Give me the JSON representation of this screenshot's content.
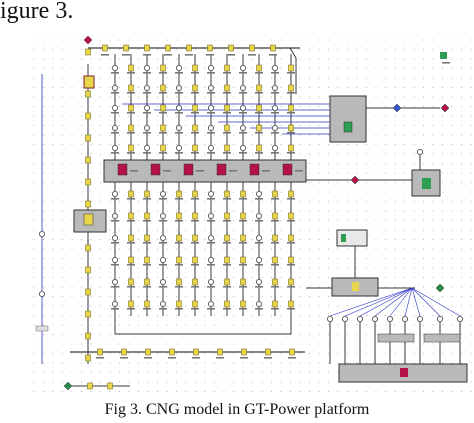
{
  "heading_fragment": "igure  3.",
  "caption": "Fig 3. CNG model in GT-Power platform",
  "colors": {
    "pipe": "#3a3a3a",
    "blue_link": "#2b37c8",
    "component_yellow": "#e8d64a",
    "block_gray": "#b9b9b9",
    "icon_red": "#b3124b",
    "icon_green": "#2f9e55",
    "grid_dot": "#a9a9a9"
  },
  "diagram": {
    "cylinder_count": 6,
    "injector_columns": 12,
    "icons": [
      "inlet-icon",
      "cylinder-icon",
      "intercooler-icon",
      "ecu-icon",
      "sensor-icon",
      "outlet-icon"
    ]
  }
}
